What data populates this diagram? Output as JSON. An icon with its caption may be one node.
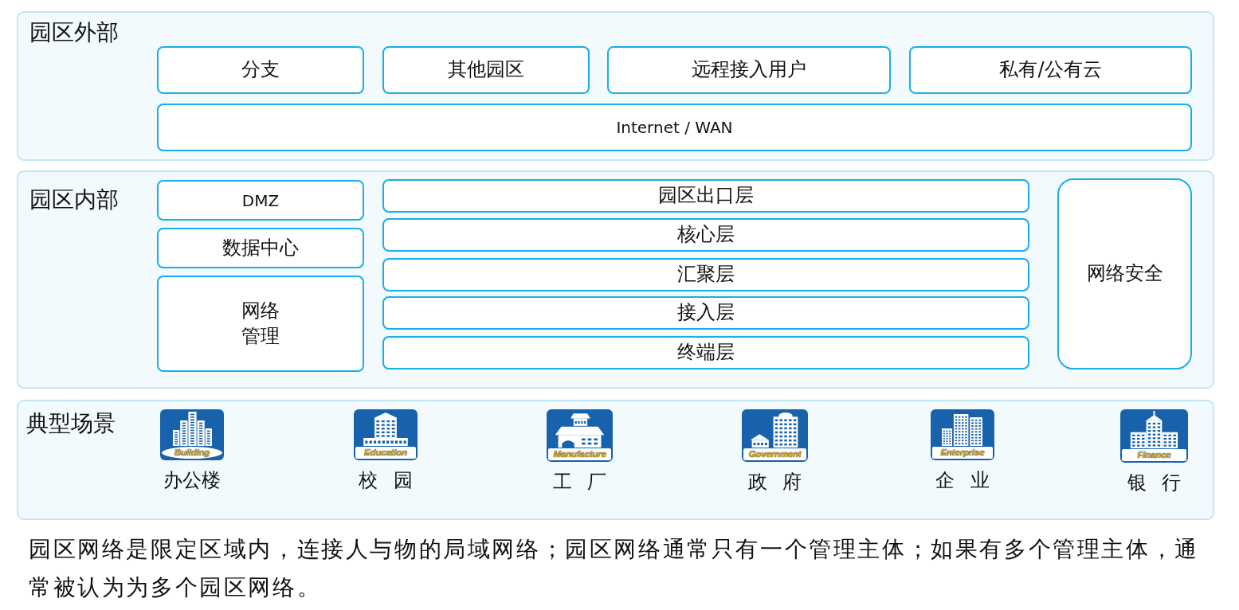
{
  "diagram": {
    "caption": "园区网络是限定区域内，连接人与物的局域网络；园区网络通常只有一个管理主体；如果有多个管理主体，通常被认为为多个园区网络。",
    "nodes": [
      {
        "text": [
          "园区外部"
        ]
      },
      {
        "text": [
          "分支"
        ],
        "in": 0
      },
      {
        "text": [
          "其他园区"
        ],
        "in": 0
      },
      {
        "text": [
          "远程接入用户"
        ],
        "in": 0
      },
      {
        "text": [
          "私有/公有云"
        ],
        "in": 0
      },
      {
        "text": [
          "Internet / WAN"
        ],
        "in": 0
      },
      {
        "text": [
          "园区内部"
        ]
      },
      {
        "text": [
          "DMZ"
        ],
        "in": 6
      },
      {
        "text": [
          "数据中心"
        ],
        "in": 6
      },
      {
        "text": [
          "网络管理"
        ],
        "in": 6
      },
      {
        "text": [
          "园区出口层"
        ],
        "in": 6
      },
      {
        "text": [
          "核心层"
        ],
        "in": 6
      },
      {
        "text": [
          "汇聚层"
        ],
        "in": 6
      },
      {
        "text": [
          "接入层"
        ],
        "in": 6
      },
      {
        "text": [
          "终端层"
        ],
        "in": 6
      },
      {
        "text": [
          "网络安全"
        ],
        "in": 6
      },
      {
        "text": [
          "典型场景"
        ]
      },
      {
        "text": [
          "Building"
        ],
        "in": 16,
        "beside": [
          "办公楼"
        ]
      },
      {
        "text": [
          "Education"
        ],
        "in": 16,
        "beside": [
          "校 园"
        ]
      },
      {
        "text": [
          "Manufacture"
        ],
        "in": 16,
        "beside": [
          "工 厂"
        ]
      },
      {
        "text": [
          "Government"
        ],
        "in": 16,
        "beside": [
          "政 府"
        ]
      },
      {
        "text": [
          "Enterprise"
        ],
        "in": 16,
        "beside": [
          "企 业"
        ]
      },
      {
        "text": [
          "Finance"
        ],
        "in": 16,
        "beside": [
          "银 行"
        ]
      }
    ]
  }
}
